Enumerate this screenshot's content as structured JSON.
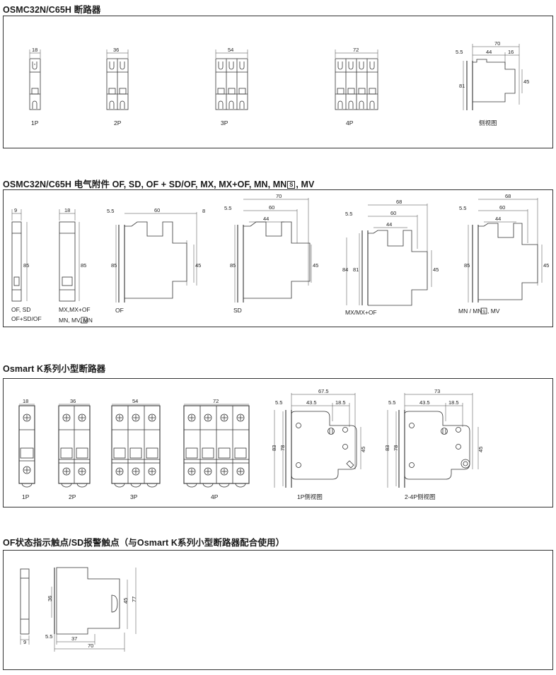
{
  "s1": {
    "title": "OSMC32N/C65H 断路器",
    "dims": {
      "w1": "18",
      "w2": "36",
      "w3": "54",
      "w4": "72",
      "side_total": "70",
      "side_a": "5.5",
      "side_b": "44",
      "side_c": "16",
      "side_h": "81",
      "side_h2": "45"
    },
    "captions": [
      "1P",
      "2P",
      "3P",
      "4P",
      "侧视图"
    ]
  },
  "s2": {
    "title": "OSMC32N/C65H 电气附件 OF, SD, OF + SD/OF, MX, MX+OF, MN, MN",
    "title_badge": "S",
    "title_tail": ", MV",
    "dims": {
      "a_w": "9",
      "a_h": "85",
      "b_w": "18",
      "b_h": "85",
      "of_a": "5.5",
      "of_b": "60",
      "of_c": "8",
      "of_h": "85",
      "of_h2": "45",
      "sd_total": "70",
      "sd_a": "5.5",
      "sd_b": "60",
      "sd_c": "44",
      "sd_h": "85",
      "sd_h2": "45",
      "mx_total": "68",
      "mx_a": "5.5",
      "mx_b": "60",
      "mx_c": "44",
      "mx_h1": "84",
      "mx_h2": "81",
      "mx_h3": "45",
      "mn_total": "68",
      "mn_a": "5.5",
      "mn_b": "60",
      "mn_c": "44",
      "mn_h": "85",
      "mn_h2": "45"
    },
    "captions": {
      "a1": "OF, SD",
      "a2": "OF+SD/OF",
      "b1": "MX,MX+OF",
      "b2": "MN, MV, MN",
      "of": "OF",
      "sd": "SD",
      "mx": "MX/MX+OF",
      "mn_pre": "MN / MN",
      "mn_post": ", MV",
      "badge": "S"
    }
  },
  "s3": {
    "title": "Osmart K系列小型断路器",
    "dims": {
      "w1": "18",
      "w2": "36",
      "w3": "54",
      "w4": "72",
      "p1_total": "67.5",
      "p1_a": "5.5",
      "p1_b": "43.5",
      "p1_c": "18.5",
      "p1_h1": "83",
      "p1_h2": "78",
      "p1_h3": "45",
      "p2_total": "73",
      "p2_a": "5.5",
      "p2_b": "43.5",
      "p2_c": "18.5",
      "p2_h1": "83",
      "p2_h2": "78",
      "p2_h3": "45"
    },
    "captions": [
      "1P",
      "2P",
      "3P",
      "4P",
      "1P侧视图",
      "2-4P侧视图"
    ]
  },
  "s4": {
    "title": "OF状态指示触点/SD报警触点（与Osmart K系列小型断路器配合使用）",
    "dims": {
      "w": "9",
      "h1": "36",
      "a": "5.5",
      "b": "37",
      "c": "70",
      "h2": "45",
      "h3": "77"
    }
  }
}
